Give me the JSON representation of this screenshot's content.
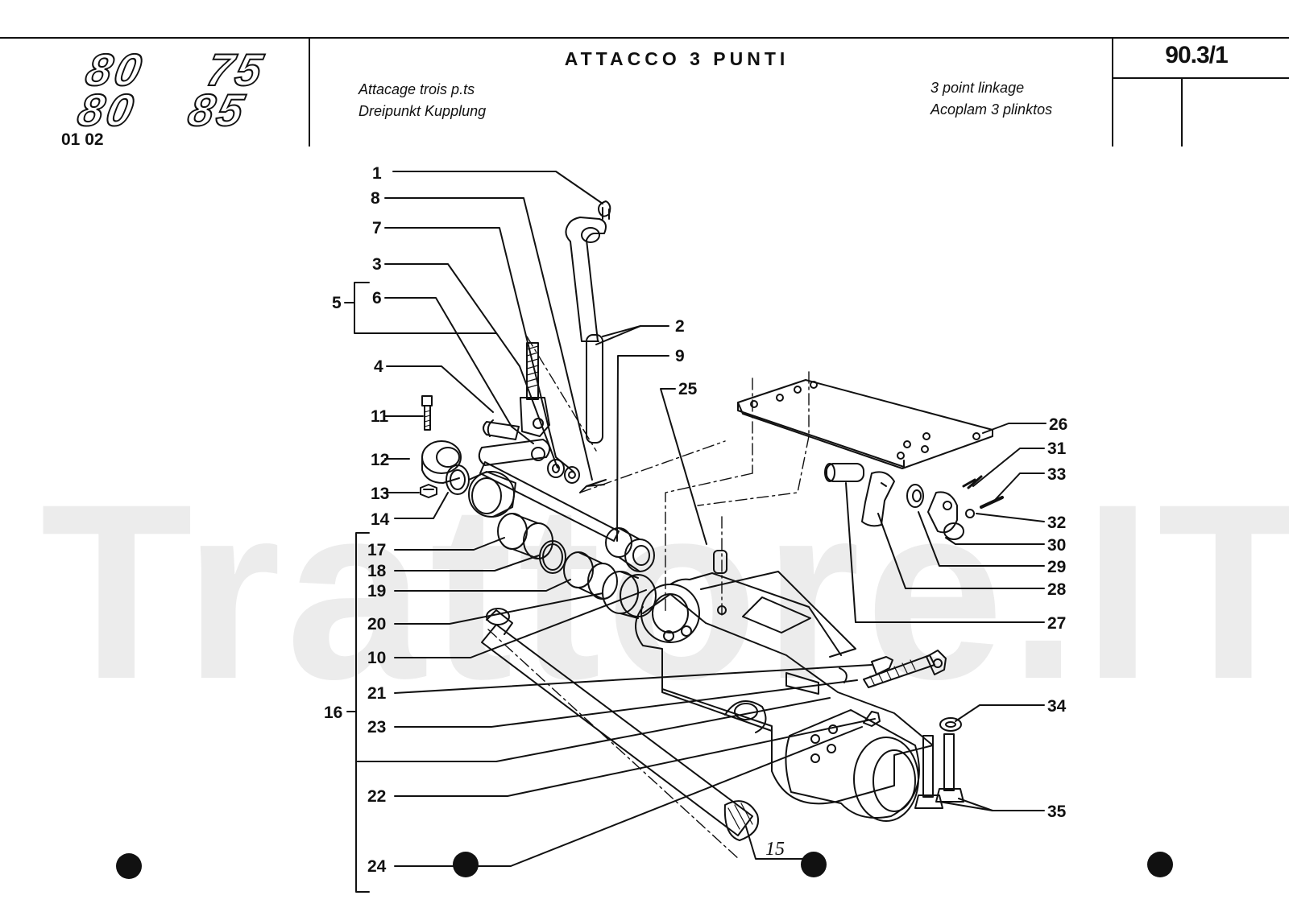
{
  "header": {
    "title": "ATTACCO 3 PUNTI",
    "subtitles_left": [
      "Attacage trois p.ts",
      "Dreipunkt Kupplung"
    ],
    "subtitles_right": [
      "3 point linkage",
      "Acoplam 3 plinktos"
    ],
    "page_code": "90.3/1"
  },
  "model": {
    "line1_left": "80",
    "line1_right": "75",
    "line2_left": "80",
    "line2_right": "85",
    "code": "01 02"
  },
  "watermark": "Trattore.IT",
  "callouts": {
    "c1": "1",
    "c2": "2",
    "c3": "3",
    "c4": "4",
    "c5": "5",
    "c6": "6",
    "c7": "7",
    "c8": "8",
    "c9": "9",
    "c10": "10",
    "c11": "11",
    "c12": "12",
    "c13": "13",
    "c14": "14",
    "c15": "15",
    "c16": "16",
    "c17": "17",
    "c18": "18",
    "c19": "19",
    "c20": "20",
    "c21": "21",
    "c22": "22",
    "c23": "23",
    "c24": "24",
    "c25": "25",
    "c26": "26",
    "c27": "27",
    "c28": "28",
    "c29": "29",
    "c30": "30",
    "c31": "31",
    "c32": "32",
    "c33": "33",
    "c34": "34",
    "c35": "35"
  }
}
